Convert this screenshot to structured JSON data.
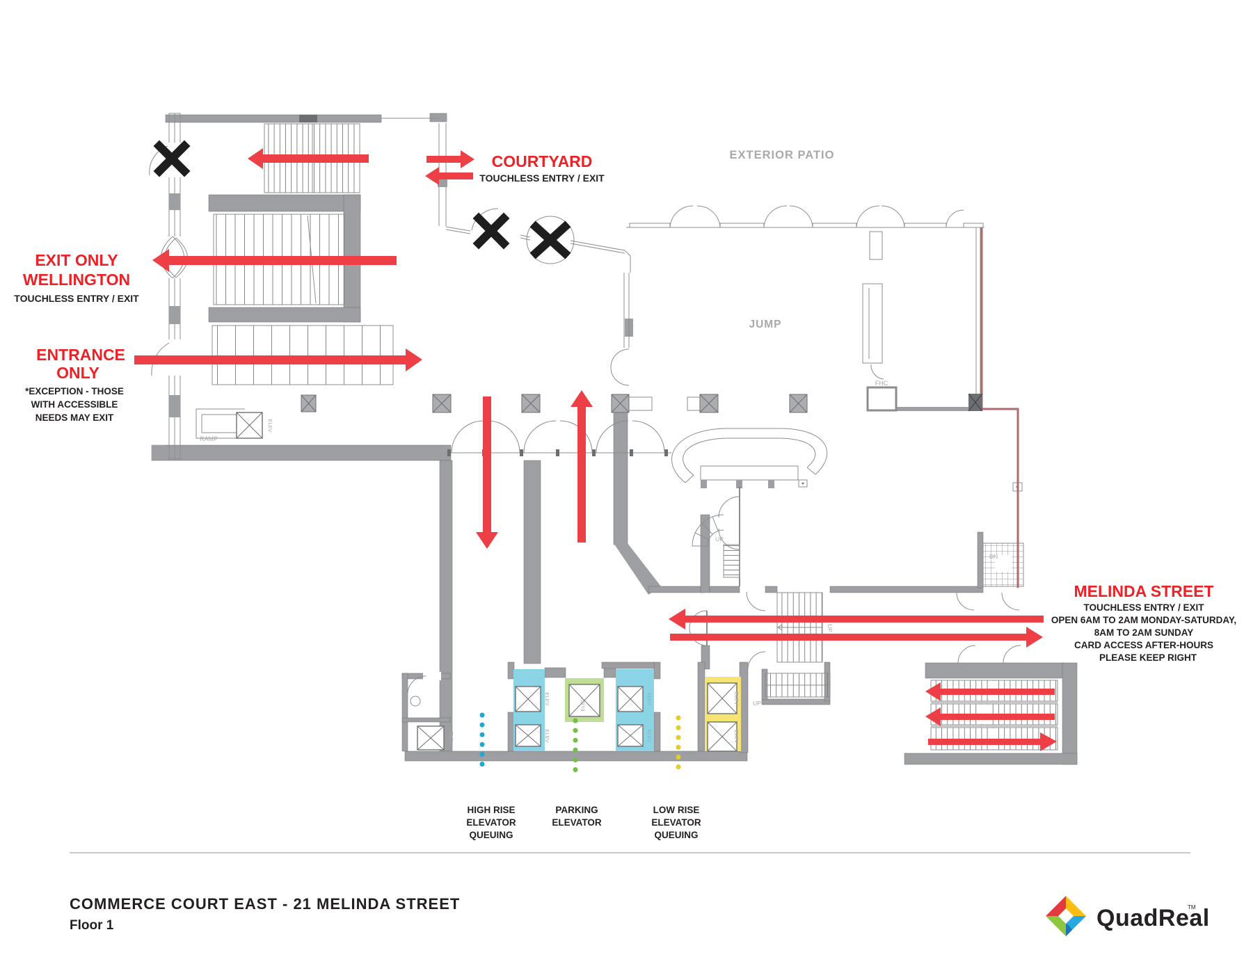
{
  "colors": {
    "arrow_red": "#EE3E46",
    "text_red": "#EC2227",
    "black": "#231F20",
    "wall": "#9D9FA2",
    "wall_dark": "#6D6E71",
    "line": "#8A8C8F",
    "label_gray": "#A7A9AC",
    "zone_cyan": "#8AD4E6",
    "zone_green": "#BFDD94",
    "zone_yellow": "#F6E475",
    "dot_cyan": "#1FA9CE",
    "dot_green": "#72BF44",
    "dot_yellow": "#E2CE2A",
    "maroon": "#B2696B",
    "logo_red": "#E23A3E",
    "logo_yellow": "#FDBE11",
    "logo_blue": "#29A8DF",
    "logo_blue_dark": "#1B75BB",
    "logo_green": "#8DC63F"
  },
  "annotations": {
    "courtyard": {
      "title": "COURTYARD",
      "sub": "TOUCHLESS ENTRY / EXIT"
    },
    "wellington": {
      "l1": "EXIT ONLY",
      "l2": "WELLINGTON",
      "sub": "TOUCHLESS ENTRY / EXIT"
    },
    "entrance": {
      "l1": "ENTRANCE",
      "l2": "ONLY",
      "n1": "*EXCEPTION - THOSE",
      "n2": "WITH ACCESSIBLE",
      "n3": "NEEDS MAY EXIT"
    },
    "melinda": {
      "title": "MELINDA STREET",
      "l1": "TOUCHLESS ENTRY / EXIT",
      "l2": "OPEN 6AM TO 2AM MONDAY-SATURDAY,",
      "l3": "8AM TO 2AM SUNDAY",
      "l4": "CARD ACCESS AFTER-HOURS",
      "l5": "PLEASE KEEP RIGHT"
    },
    "patio": "EXTERIOR PATIO",
    "jump": "JUMP"
  },
  "queues": {
    "high": {
      "l1": "HIGH RISE",
      "l2": "ELEVATOR",
      "l3": "QUEUING"
    },
    "parking": {
      "l1": "PARKING",
      "l2": "ELEVATOR"
    },
    "low": {
      "l1": "LOW RISE",
      "l2": "ELEVATOR",
      "l3": "QUEUING"
    }
  },
  "plan": {
    "ramp": "RAMP",
    "elev": "ELEV",
    "up": "UP",
    "dn": "DN",
    "fhc": "FHC"
  },
  "footer": {
    "title": "COMMERCE COURT EAST - 21 MELINDA STREET",
    "floor": "Floor 1",
    "brand": "QuadReal",
    "tm": "TM"
  }
}
